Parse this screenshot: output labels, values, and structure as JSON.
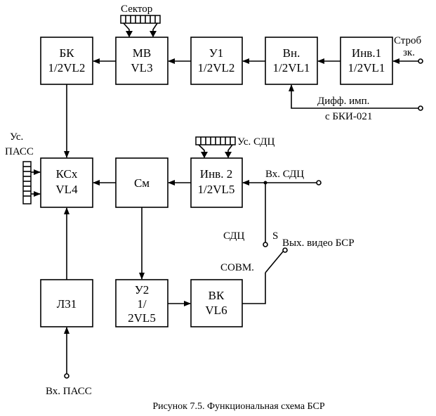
{
  "blocks": {
    "bk": [
      "БК",
      "1/2VL2"
    ],
    "mv": [
      "МВ",
      "VL3"
    ],
    "u1": [
      "У1",
      "1/2VL2"
    ],
    "vn": [
      "Вн.",
      "1/2VL1"
    ],
    "inv1": [
      "Инв.1",
      "1/2VL1"
    ],
    "ksx": [
      "КСх",
      "VL4"
    ],
    "sm": [
      "См"
    ],
    "inv2": [
      "Инв. 2",
      "1/2VL5"
    ],
    "l31": [
      "Л31"
    ],
    "u2": [
      "У2",
      "1/",
      "2VL5"
    ],
    "vk": [
      "ВК",
      "VL6"
    ]
  },
  "labels": {
    "sektor": "Сектор",
    "strob_1": "Строб",
    "strob_2": "зк.",
    "diff_1": "Дифф. имп.",
    "diff_2": "с БКИ-021",
    "us_pass_1": "Ус.",
    "us_pass_2": "ПАСС",
    "us_sdc": "Ус. СДЦ",
    "vx_sdc": "Вх. СДЦ",
    "sdc": "СДЦ",
    "s": "S",
    "sovm": "СОВМ.",
    "vyx_video": "Вых. видео БСР",
    "vx_pass": "Вх. ПАСС"
  },
  "caption": "Рисунок 7.5. Функциональная схема БСР"
}
